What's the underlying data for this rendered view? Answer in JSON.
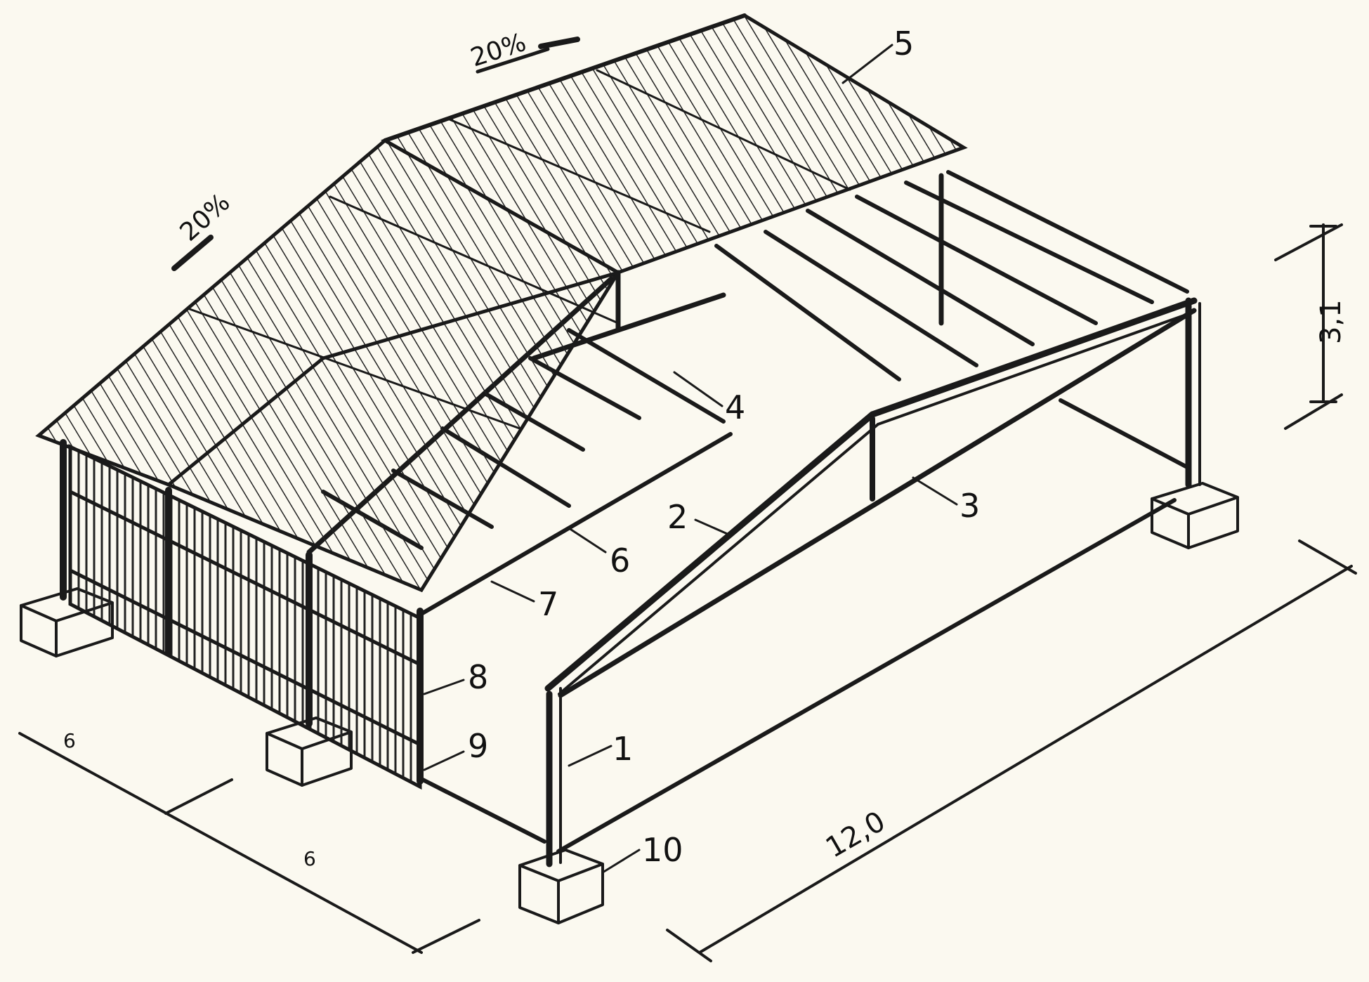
{
  "colors": {
    "paper": "#fbf9f0",
    "ink": "#1a1a1a"
  },
  "slopes": {
    "right_pitch": "20%",
    "left_pitch": "20%"
  },
  "labels": {
    "n1": "1",
    "n2": "2",
    "n3": "3",
    "n4": "4",
    "n5": "5",
    "n6": "6",
    "n7": "7",
    "n8": "8",
    "n9": "9",
    "n10": "10"
  },
  "dimensions": {
    "height": "3,1",
    "length": "12,0",
    "bay_a": "6",
    "bay_b": "6"
  }
}
